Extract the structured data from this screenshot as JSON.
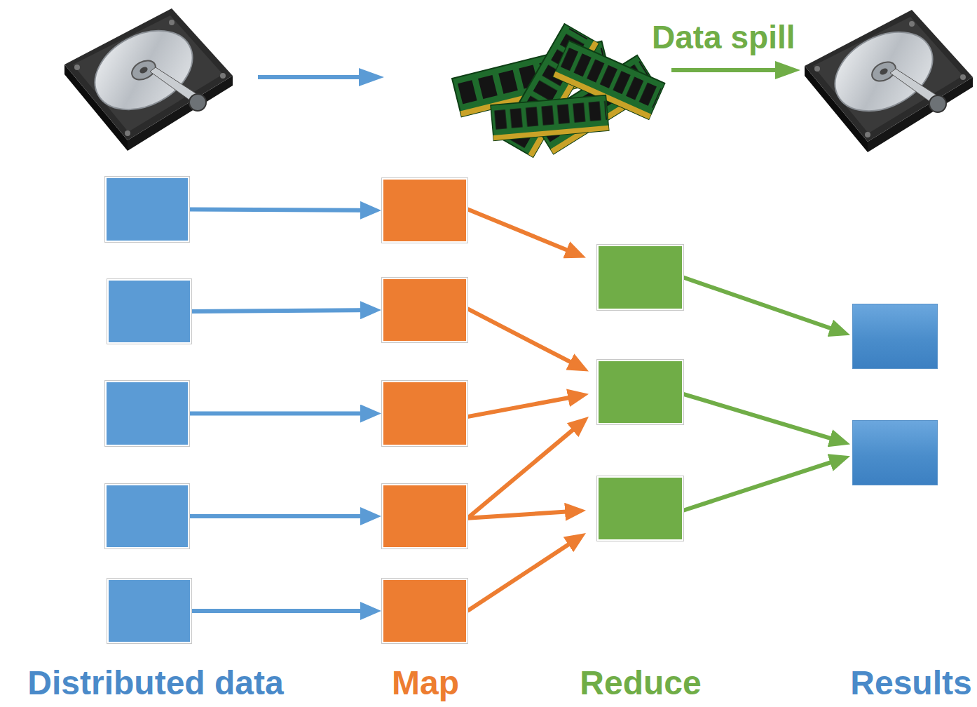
{
  "diagram": {
    "nodes": [
      {
        "text": []
      },
      {
        "text": []
      },
      {
        "text": []
      },
      {
        "text": []
      },
      {
        "text": []
      },
      {
        "text": []
      },
      {
        "text": []
      },
      {
        "text": []
      },
      {
        "text": []
      },
      {
        "text": []
      },
      {
        "text": []
      },
      {
        "text": []
      },
      {
        "text": []
      },
      {
        "text": []
      },
      {
        "text": []
      }
    ],
    "edges": [
      {
        "from": 0,
        "to": 5,
        "arrow": "to"
      },
      {
        "from": 1,
        "to": 6,
        "arrow": "to"
      },
      {
        "from": 2,
        "to": 7,
        "arrow": "to"
      },
      {
        "from": 3,
        "to": 8,
        "arrow": "to"
      },
      {
        "from": 4,
        "to": 9,
        "arrow": "to"
      },
      {
        "from": 5,
        "to": 10,
        "arrow": "to"
      },
      {
        "from": 6,
        "to": 11,
        "arrow": "to"
      },
      {
        "from": 7,
        "to": 11,
        "arrow": "to"
      },
      {
        "from": 8,
        "to": 11,
        "arrow": "to"
      },
      {
        "from": 8,
        "to": 12,
        "arrow": "to"
      },
      {
        "from": 9,
        "to": 12,
        "arrow": "to"
      },
      {
        "from": 10,
        "to": 13,
        "arrow": "to"
      },
      {
        "from": 11,
        "to": 14,
        "arrow": "to"
      },
      {
        "from": 12,
        "to": 14,
        "arrow": "to"
      }
    ],
    "labels": [
      "Data spill",
      "Distributed data",
      "Map",
      "Reduce",
      "Results"
    ]
  }
}
